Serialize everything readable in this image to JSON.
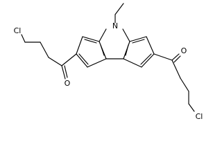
{
  "molecule": {
    "atoms": {
      "nitrogen": "N",
      "ketone_oxygen_left": "O",
      "ketone_oxygen_right": "O",
      "chlorine_left": "Cl",
      "chlorine_right": "Cl"
    }
  },
  "colors": {
    "background": "#ffffff",
    "bond": "#000000",
    "label": "#000000"
  }
}
